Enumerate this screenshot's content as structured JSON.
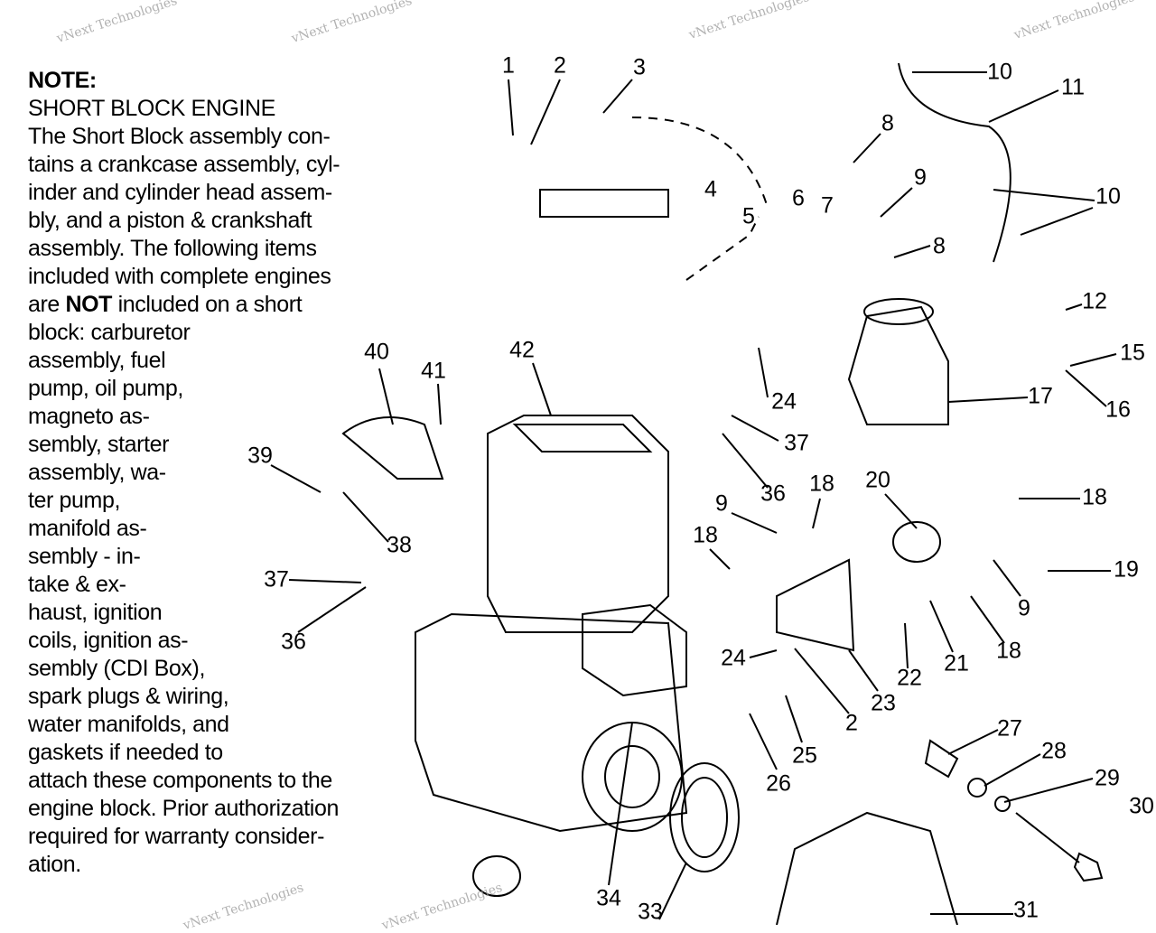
{
  "note": {
    "title": "NOTE:",
    "lines": [
      "SHORT BLOCK ENGINE",
      "The Short Block assembly con-",
      "tains a crankcase assembly, cyl-",
      "inder and cylinder head assem-",
      "bly, and a piston & crankshaft",
      "assembly.  The following items",
      "included with complete engines",
      [
        "are ",
        "NOT",
        " included on a short"
      ],
      "block:  carburetor",
      "assembly, fuel",
      "pump, oil pump,",
      "magneto as-",
      "sembly, starter",
      "assembly, wa-",
      "ter pump,",
      "manifold as-",
      "sembly - in-",
      "take & ex-",
      "haust, ignition",
      "coils, ignition as-",
      "sembly (CDI Box),",
      "spark plugs & wiring,",
      "water manifolds, and",
      "gaskets if needed to",
      "attach these components to the",
      "engine block.  Prior authorization",
      "required for warranty consider-",
      "ation."
    ]
  },
  "callouts": [
    "1",
    "2",
    "3",
    "10",
    "11",
    "8",
    "9",
    "10",
    "4",
    "5",
    "6",
    "7",
    "8",
    "12",
    "15",
    "16",
    "17",
    "40",
    "41",
    "42",
    "24",
    "37",
    "39",
    "36",
    "18",
    "20",
    "18",
    "38",
    "9",
    "18",
    "19",
    "37",
    "9",
    "18",
    "36",
    "24",
    "21",
    "22",
    "23",
    "2",
    "25",
    "27",
    "28",
    "29",
    "26",
    "30",
    "34",
    "31",
    "33"
  ],
  "watermark": "vNext Technologies"
}
